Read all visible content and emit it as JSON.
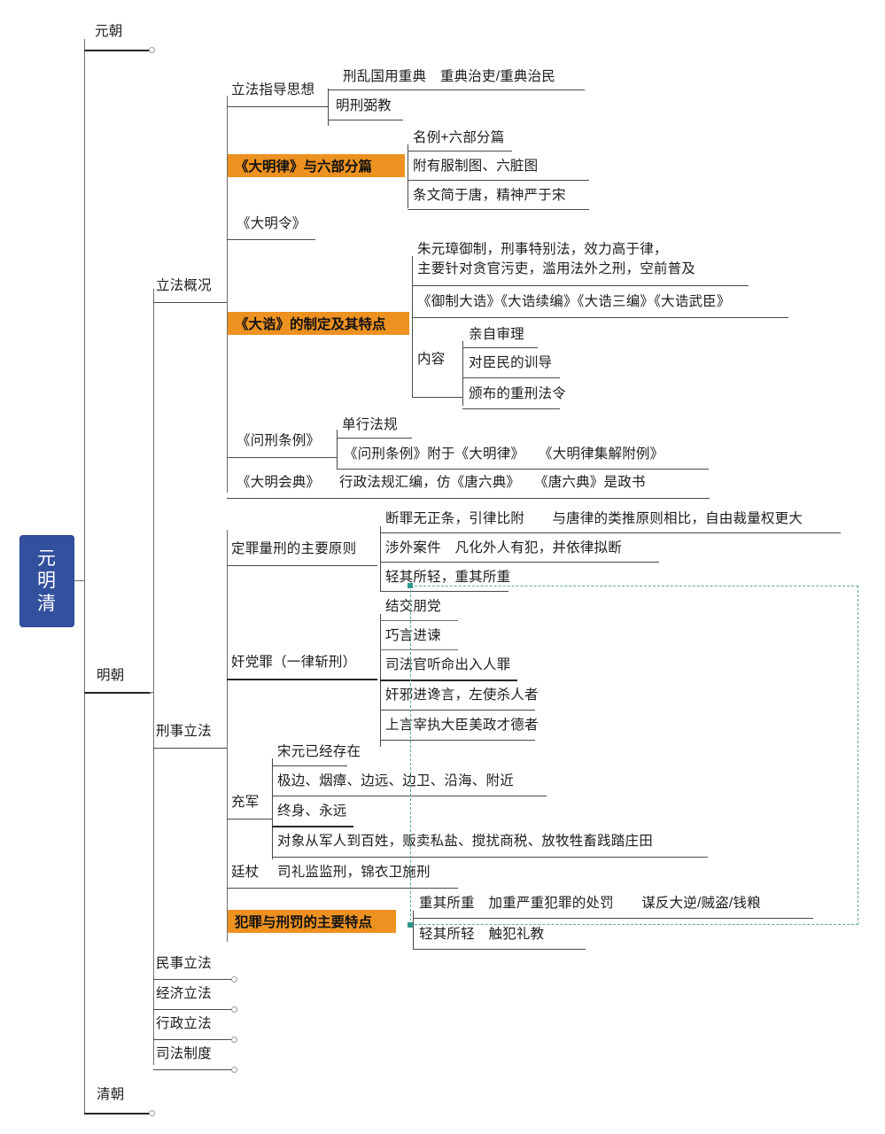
{
  "colors": {
    "root_fill": "#32509E",
    "highlight_fill": "#ED9121",
    "line": "#6f6f6f",
    "selection": "#57a8a0",
    "text": "#1d1d1d"
  },
  "root": {
    "chars": [
      "元",
      "明",
      "清"
    ],
    "text": "元明清"
  },
  "dynasties": {
    "yuan": "元朝",
    "ming": "明朝",
    "qing": "清朝"
  },
  "ming_branches": {
    "legislation_overview": "立法概况",
    "criminal_legislation": "刑事立法",
    "civil_legislation": "民事立法",
    "economic_legislation": "经济立法",
    "administrative_legislation": "行政立法",
    "judicial_system": "司法制度"
  },
  "legislation_overview": {
    "guiding_thought": {
      "label": "立法指导思想",
      "items": [
        "刑乱国用重典　重典治吏/重典治民",
        "明刑弼教"
      ]
    },
    "daminglv": {
      "label": "《大明律》与六部分篇",
      "highlight": true,
      "items": [
        "名例+六部分篇",
        "附有服制图、六脏图",
        "条文简于唐，精神严于宋"
      ]
    },
    "damingling": {
      "label": "《大明令》"
    },
    "dagao": {
      "label": "《大诰》的制定及其特点",
      "highlight": true,
      "items": [
        "朱元璋御制，刑事特别法，效力高于律，",
        "主要针对贪官污吏，滥用法外之刑，空前普及",
        "《御制大诰》《大诰续编》《大诰三编》《大诰武臣》"
      ],
      "content": {
        "label": "内容",
        "items": [
          "亲自审理",
          "对臣民的训导",
          "颁布的重刑法令"
        ]
      }
    },
    "wenxingtiaoli": {
      "label": "《问刑条例》",
      "items": [
        "单行法规",
        "《问刑条例》附于《大明律》　　《大明律集解附例》"
      ]
    },
    "damingbuidian": {
      "label": "《大明会典》",
      "items": [
        "行政法规汇编，仿《唐六典》　　《唐六典》是政书"
      ]
    }
  },
  "criminal_legislation": {
    "sentencing_principles": {
      "label": "定罪量刑的主要原则",
      "items": [
        "断罪无正条，引律比附　　与唐律的类推原则相比，自由裁量权更大",
        "涉外案件　凡化外人有犯，并依律拟断",
        "轻其所轻，重其所重"
      ]
    },
    "jiandangzui": {
      "label": "奸党罪（一律斩刑）",
      "items": [
        "结交朋党",
        "巧言进谏",
        "司法官听命出入人罪",
        "奸邪进谗言，左使杀人者",
        "上言宰执大臣美政才德者"
      ]
    },
    "chongjun": {
      "label": "充军",
      "items": [
        "宋元已经存在",
        "极边、烟瘴、边远、边卫、沿海、附近",
        "终身、永远",
        "对象从军人到百姓，贩卖私盐、搅扰商税、放牧牲畜践踏庄田"
      ]
    },
    "tingzhang": {
      "label": "廷杖",
      "items": [
        "司礼监监刑，锦衣卫施刑"
      ]
    },
    "crime_punishment_features": {
      "label": "犯罪与刑罚的主要特点",
      "highlight": true,
      "items": [
        "重其所重　加重严重犯罪的处罚　　谋反大逆/贼盗/钱粮",
        "轻其所轻　触犯礼教"
      ]
    }
  }
}
